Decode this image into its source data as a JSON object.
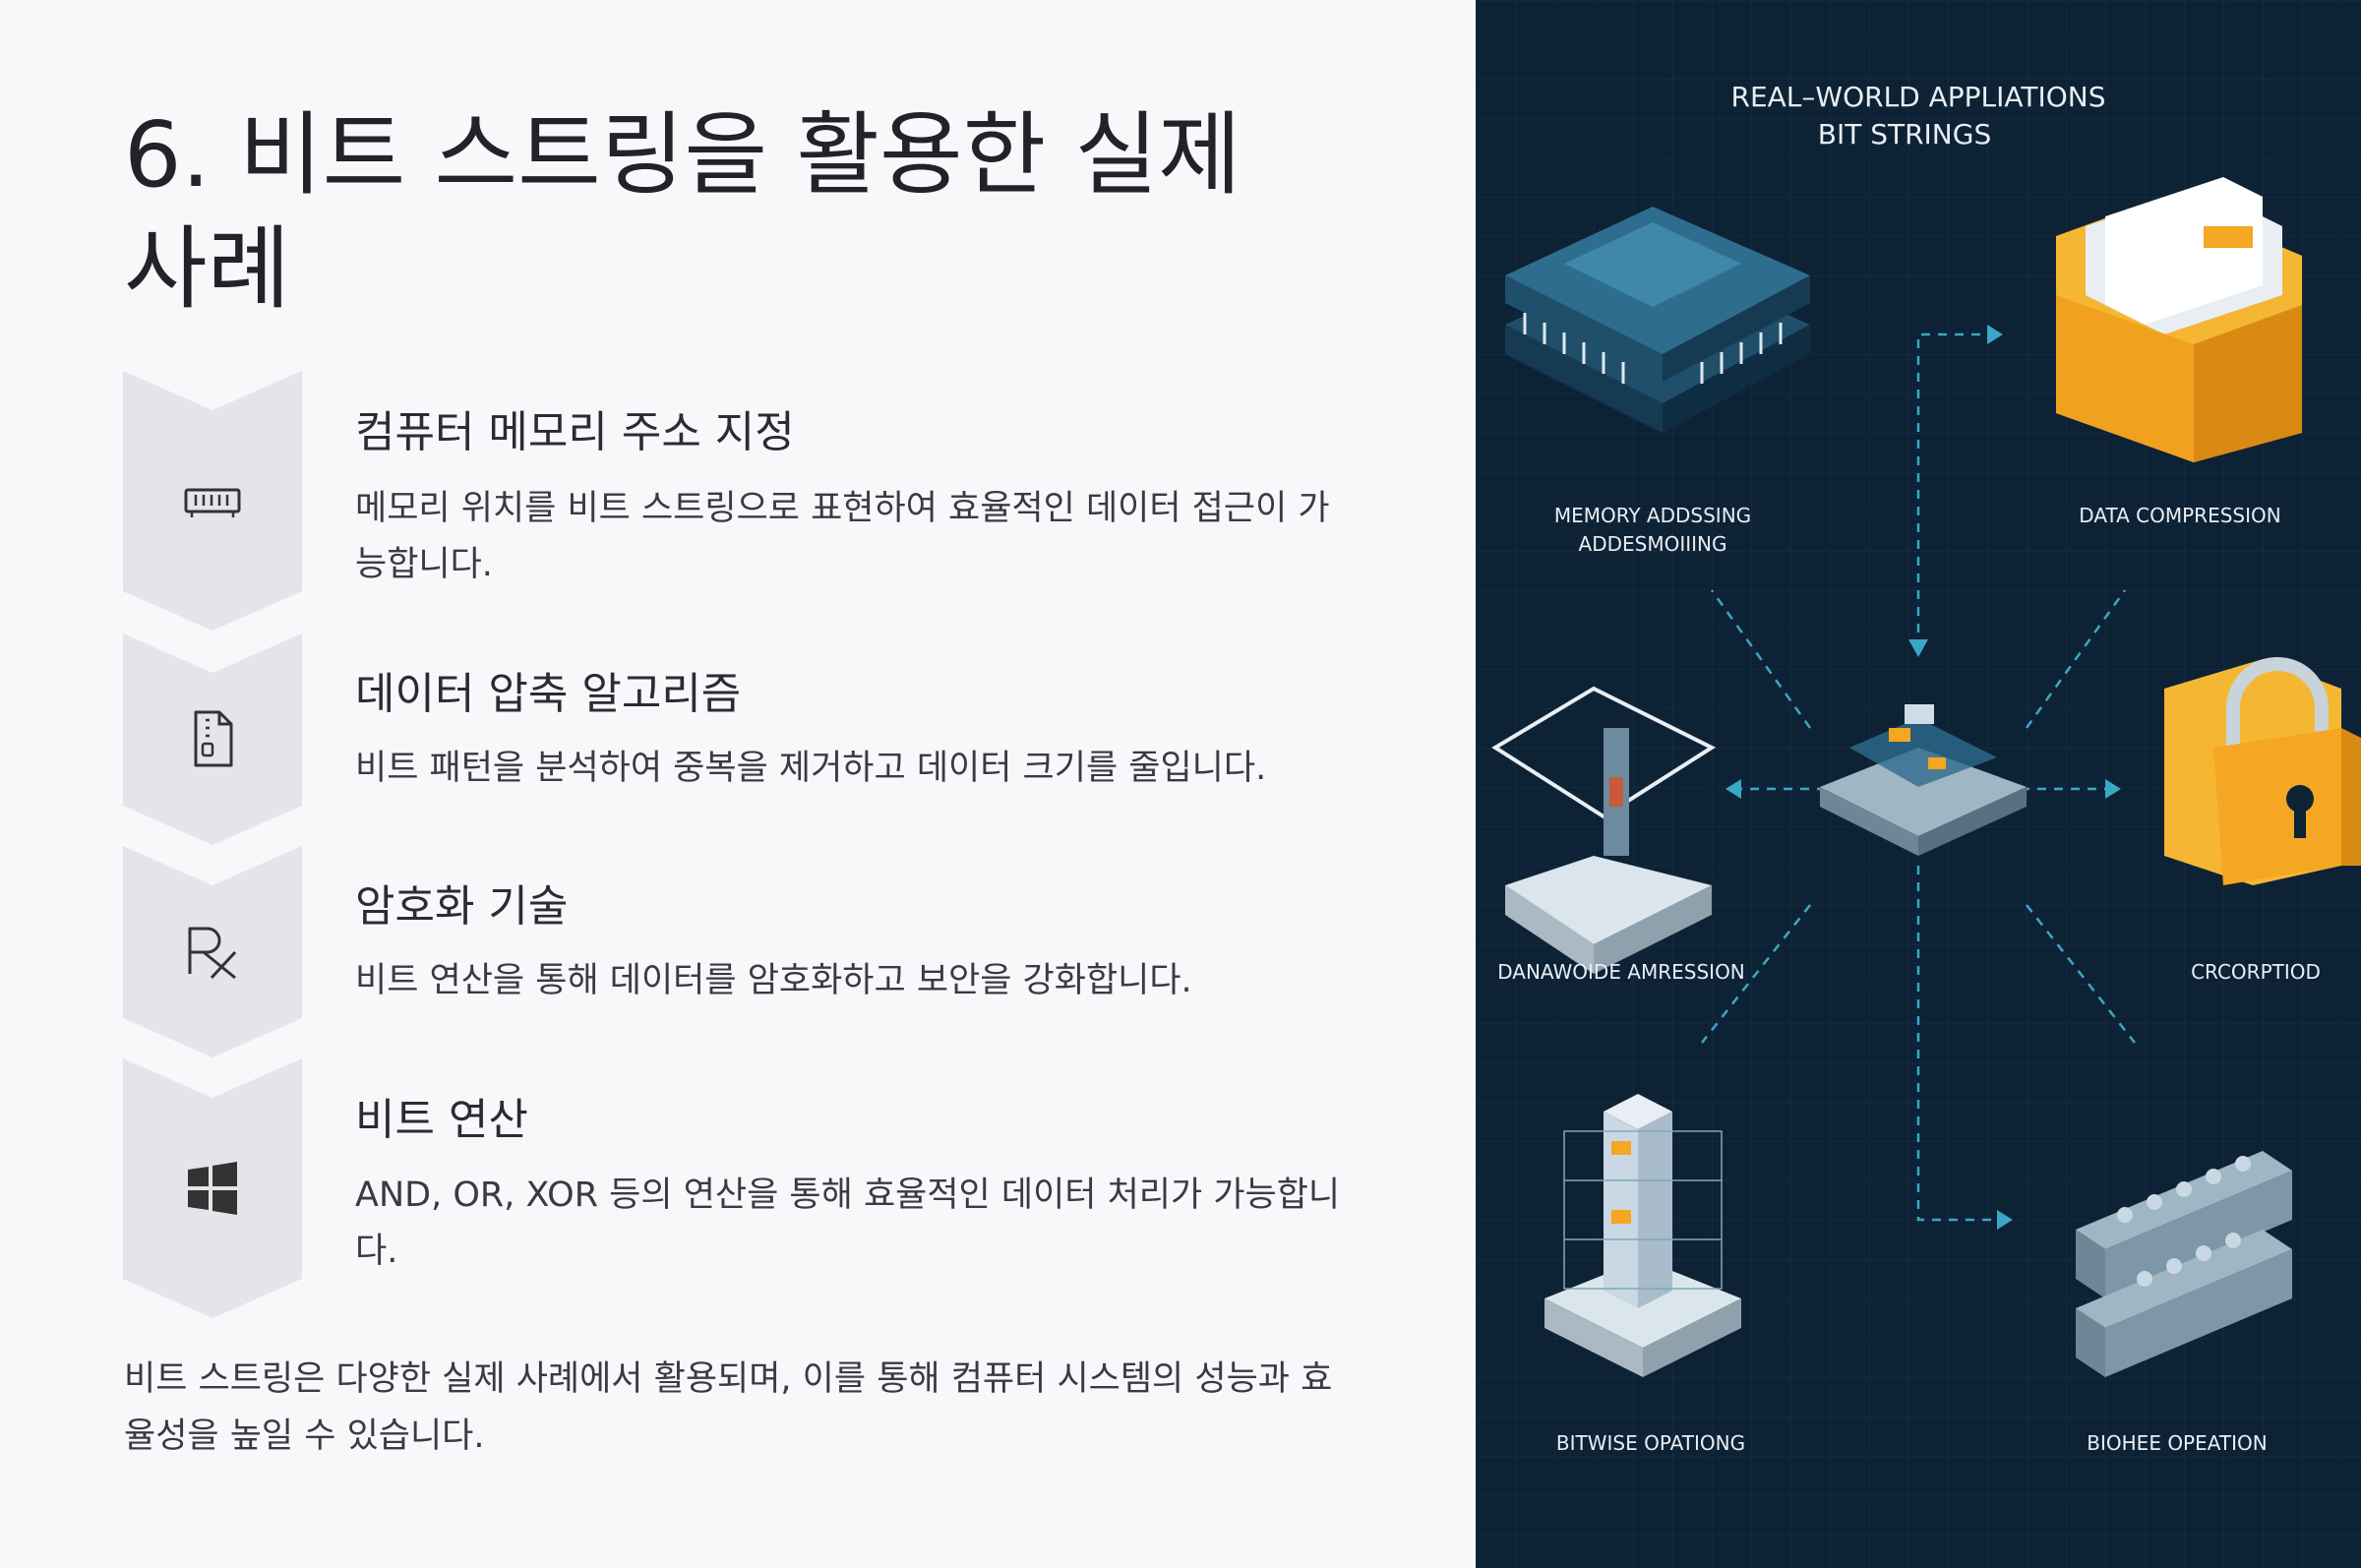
{
  "title": "6. 비트 스트링을 활용한 실제 사례",
  "items": [
    {
      "icon": "memory-icon",
      "title": "컴퓨터 메모리 주소 지정",
      "desc": "메모리 위치를 비트 스트링으로 표현하여 효율적인 데이터 접근이 가능합니다."
    },
    {
      "icon": "file-archive-icon",
      "title": "데이터 압축 알고리즘",
      "desc": "비트 패턴을 분석하여 중복을 제거하고 데이터 크기를 줄입니다."
    },
    {
      "icon": "prescription-icon",
      "title": "암호화 기술",
      "desc": "비트 연산을 통해 데이터를 암호화하고 보안을 강화합니다."
    },
    {
      "icon": "windows-icon",
      "title": "비트 연산",
      "desc": "AND, OR, XOR 등의 연산을 통해 효율적인 데이터 처리가 가능합니다."
    }
  ],
  "footer": "비트 스트링은 다양한 실제 사례에서 활용되며, 이를 통해 컴퓨터 시스템의 성능과 효율성을 높일 수 있습니다.",
  "illustration": {
    "heading_line1": "REAL–WORLD APPLIATIONS",
    "heading_line2": "BIT STRINGS",
    "label_memory_1": "MEMORY ADDSSING",
    "label_memory_2": "ADDESMOIIING",
    "label_compression": "DATA COMPRESSION",
    "label_dynamic": "DANAWOIDE AMRESSION",
    "label_encryption": "CRCORPTIOD",
    "label_bitwise": "BITWISE OPATIONG",
    "label_biohee": "BIOHEE OPEATION"
  },
  "colors": {
    "accent_orange": "#f5a623",
    "panel_bg": "#0e2235",
    "chevron_bg": "#e4e4ea",
    "line_cyan": "#3aa7c4"
  }
}
